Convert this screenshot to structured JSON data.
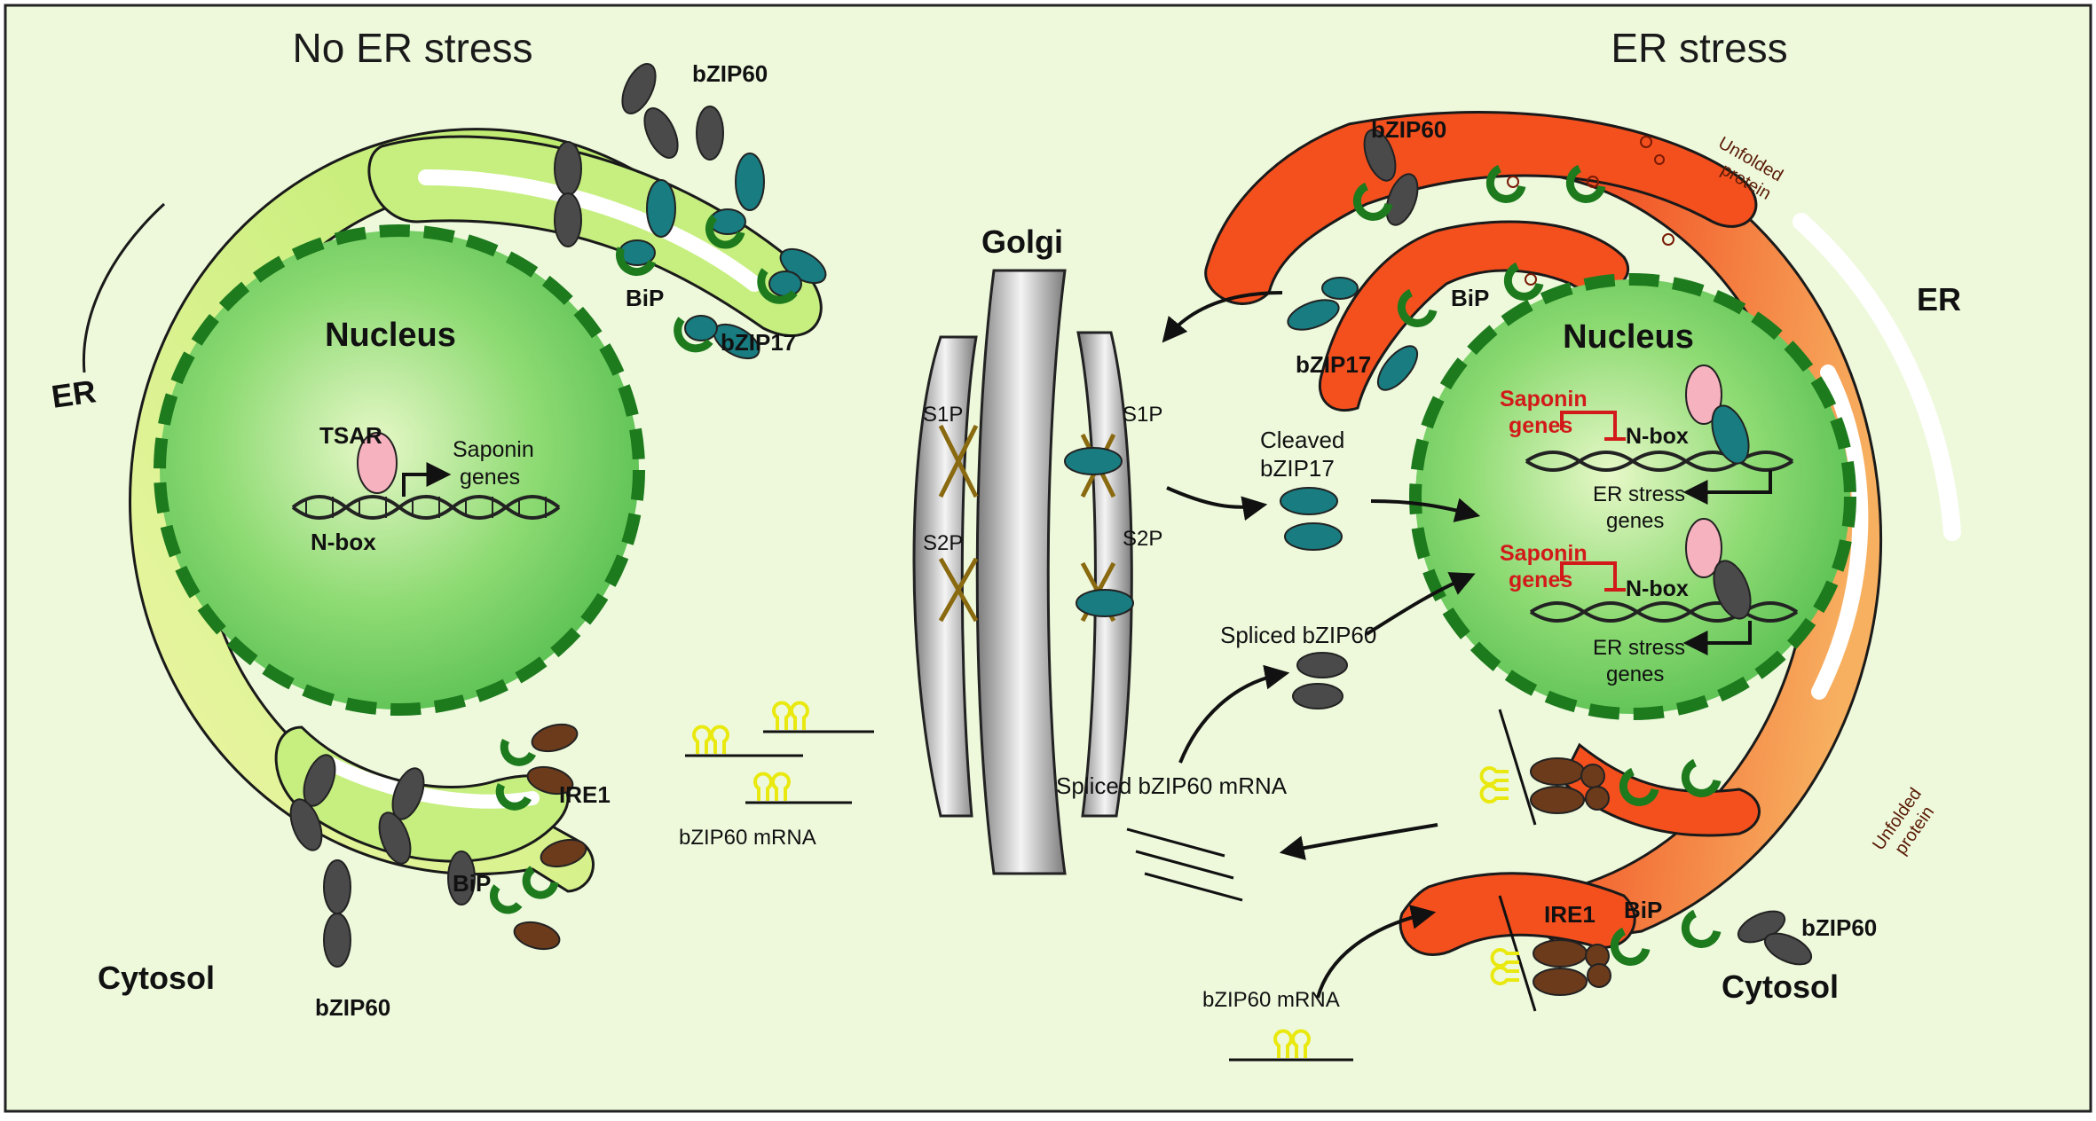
{
  "titles": {
    "left": "No ER stress",
    "right": "ER stress"
  },
  "left": {
    "er": "ER",
    "nucleus": "Nucleus",
    "cytosol": "Cytosol",
    "tsar": "TSAR",
    "saponin_genes": [
      "Saponin",
      "genes"
    ],
    "nbox": "N-box",
    "bip_top": "BiP",
    "bzip17": "bZIP17",
    "bzip60_top": "bZIP60",
    "ire1": "IRE1",
    "bip_bottom": "BiP",
    "bzip60_bottom": "bZIP60",
    "mrna": "bZIP60 mRNA"
  },
  "golgi": {
    "label": "Golgi",
    "s1p_left": "S1P",
    "s2p_left": "S2P",
    "s1p_right": "S1P",
    "s2p_right": "S2P"
  },
  "right": {
    "er": "ER",
    "nucleus": "Nucleus",
    "cytosol": "Cytosol",
    "bzip60_top": "bZIP60",
    "bip_top": "BiP",
    "bzip17": "bZIP17",
    "unfolded_top": [
      "Unfolded",
      "protein"
    ],
    "unfolded_bottom": [
      "Unfolded",
      "protein"
    ],
    "cleaved": [
      "Cleaved",
      "bZIP17"
    ],
    "spliced_protein": "Spliced bZIP60",
    "spliced_mrna": "Spliced bZIP60 mRNA",
    "mrna": "bZIP60 mRNA",
    "ire1": "IRE1",
    "bip_bottom": "BiP",
    "bzip60_bottom": "bZIP60",
    "saponin_genes_1": [
      "Saponin",
      "genes"
    ],
    "nbox_1": "N-box",
    "er_stress_genes_1": [
      "ER stress",
      "genes"
    ],
    "saponin_genes_2": [
      "Saponin",
      "genes"
    ],
    "nbox_2": "N-box",
    "er_stress_genes_2": [
      "ER stress",
      "genes"
    ]
  },
  "colors": {
    "background": "#eef9dc",
    "er_normal": "#c6ef80",
    "er_stress": "#f4501e",
    "nucleus": "#7fd267",
    "nuclear_envelope": "#1d7a1d",
    "bzip17": "#187c80",
    "bzip60": "#4a4a4a",
    "ire1": "#6b3b1c",
    "tsar": "#f7b2bf",
    "stress_text": "#d21a1a",
    "mrna_loop": "#f2f21a"
  }
}
